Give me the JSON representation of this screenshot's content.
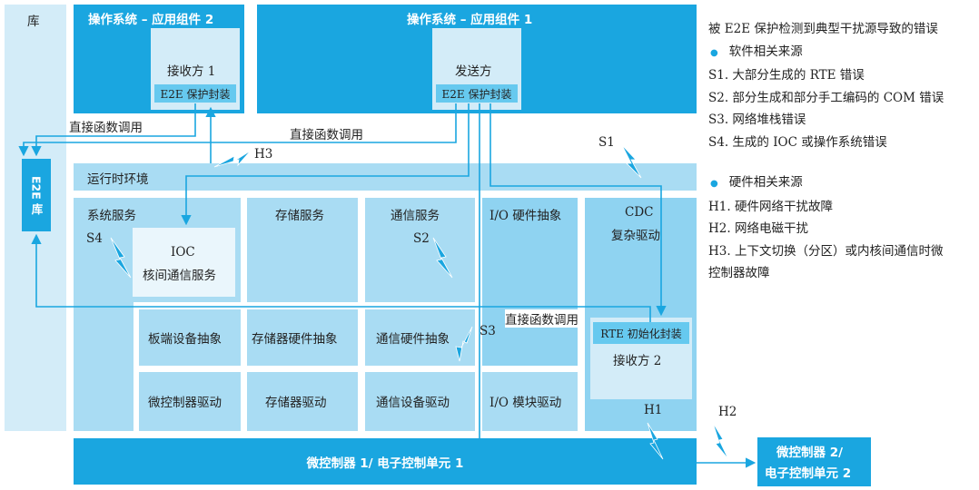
{
  "library": {
    "label": "库",
    "e2e_lib": "E2E 库"
  },
  "swc2": {
    "title": "操作系统 – 应用组件 2",
    "receiver": "接收方 1",
    "wrapper": "E2E 保护封装"
  },
  "swc1": {
    "title": "操作系统 – 应用组件 1",
    "sender": "发送方",
    "wrapper": "E2E 保护封装"
  },
  "labels": {
    "direct_call_1": "直接函数调用",
    "direct_call_2": "直接函数调用",
    "direct_call_3": "直接函数调用"
  },
  "rte": {
    "label": "运行时环境"
  },
  "services": {
    "system": "系统服务",
    "ioc_line1": "IOC",
    "ioc_line2": "核间通信服务",
    "memory": "存储服务",
    "comm": "通信服务",
    "io_hw": "I/O 硬件抽象",
    "cdc_line1": "CDC",
    "cdc_line2": "复杂驱动",
    "rte_init": "RTE 初始化封装",
    "receiver2": "接收方 2"
  },
  "abstraction": {
    "board": "板端设备抽象",
    "memory_hw": "存储器硬件抽象",
    "comm_hw": "通信硬件抽象"
  },
  "drivers": {
    "mcu": "微控制器驱动",
    "memory": "存储器驱动",
    "comm": "通信设备驱动",
    "io": "I/O 模块驱动"
  },
  "ecu1": {
    "label": "微控制器 1/ 电子控制单元 1"
  },
  "ecu2": {
    "line1": "微控制器 2/",
    "line2": "电子控制单元 2"
  },
  "faults": {
    "S1": "S1",
    "S2": "S2",
    "S3": "S3",
    "S4": "S4",
    "H1": "H1",
    "H2": "H2",
    "H3": "H3"
  },
  "notes": {
    "title": "被 E2E 保护检测到典型干扰源导致的错误",
    "software_heading": "软件相关来源",
    "software_items": [
      "S1. 大部分生成的 RTE 错误",
      "S2. 部分生成和部分手工编码的 COM 错误",
      "S3. 网络堆栈错误",
      "S4. 生成的 IOC 或操作系统错误"
    ],
    "hardware_heading": "硬件相关来源",
    "hardware_items": [
      "H1. 硬件网络干扰故障",
      "H2. 网络电磁干扰",
      "H3. 上下文切换（分区）或内核间通信时微",
      "控制器故障"
    ],
    "bullet_symbol": "●"
  },
  "colors": {
    "dark": "#1aa6e0",
    "mid": "#66c9ef",
    "light": "#a9dcf3",
    "pale": "#d3ecf8",
    "line": "#1aa6e0"
  }
}
